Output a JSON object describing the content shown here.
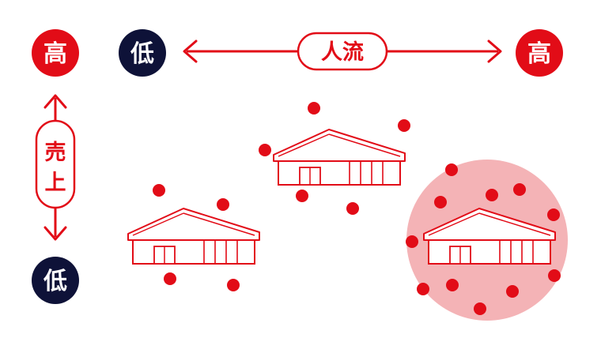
{
  "flow_axis": {
    "label": "人流",
    "low_label": "低",
    "high_label": "高"
  },
  "sales_axis": {
    "label_line1": "売",
    "label_line2": "上",
    "high_label": "高",
    "low_label": "低"
  },
  "colors": {
    "red": "#e20c17",
    "navy": "#0e1238",
    "pink": "#f4b3b6",
    "white": "#ffffff"
  },
  "icons": {
    "store": "store-building-icon",
    "customer": "customer-dot-icon",
    "highlight": "highlight-circle"
  }
}
